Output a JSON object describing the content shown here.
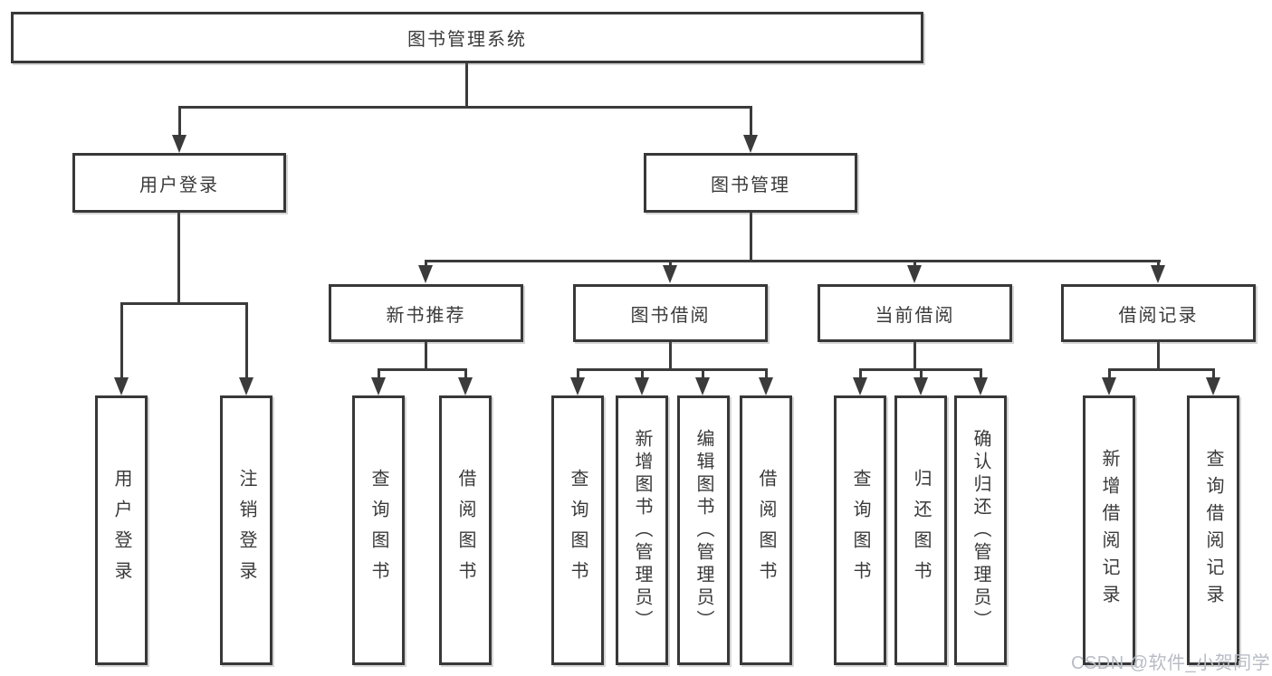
{
  "diagram": {
    "root": {
      "label": "图书管理系统"
    },
    "level1": [
      {
        "label": "用户登录"
      },
      {
        "label": "图书管理"
      }
    ],
    "level2": [
      {
        "label": "新书推荐"
      },
      {
        "label": "图书借阅"
      },
      {
        "label": "当前借阅"
      },
      {
        "label": "借阅记录"
      }
    ],
    "leaves": {
      "user_login": [
        {
          "label": "用户登录"
        },
        {
          "label": "注销登录"
        }
      ],
      "new_book_rec": [
        {
          "label": "查询图书"
        },
        {
          "label": "借阅图书"
        }
      ],
      "book_borrow": [
        {
          "label": "查询图书"
        },
        {
          "label": "新增图书（管理员）"
        },
        {
          "label": "编辑图书（管理员）"
        },
        {
          "label": "借阅图书"
        }
      ],
      "current_borrow": [
        {
          "label": "查询图书"
        },
        {
          "label": "归还图书"
        },
        {
          "label": "确认归还（管理员）"
        }
      ],
      "borrow_record": [
        {
          "label": "新增借阅记录"
        },
        {
          "label": "查询借阅记录"
        }
      ]
    }
  },
  "watermark": {
    "text": "CSDN @软件_小贺同学",
    "color": "#b8bcc6"
  },
  "colors": {
    "line": "#3b3b3b",
    "border": "#383838",
    "text": "#3a3a3a",
    "background": "#ffffff"
  }
}
